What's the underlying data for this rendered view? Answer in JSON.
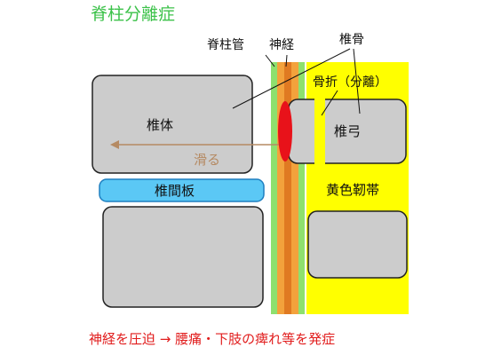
{
  "title": "脊柱分離症",
  "labels": {
    "spinal_canal": "脊柱管",
    "nerve": "神経",
    "vertebra": "椎骨",
    "fracture": "骨折（分離）",
    "vertebral_body": "椎体",
    "vertebral_arch": "椎弓",
    "slide": "滑る",
    "disc": "椎間板",
    "ligamentum_flavum": "黄色靭帯"
  },
  "caption": "神経を圧迫 → 腰痛・下肢の痺れ等を発症",
  "colors": {
    "title": "#3cc24a",
    "bone_fill": "#cccccc",
    "bone_stroke": "#222222",
    "disc_fill": "#5bc8f5",
    "disc_stroke": "#1e7fc0",
    "ligament": "#ffff00",
    "canal": "#8ee06e",
    "nerve": "#f3a23c",
    "nerve_core": "#e07a22",
    "compression": "#e8121a",
    "slide_arrow": "#b58a63",
    "caption": "#e11d1d"
  }
}
